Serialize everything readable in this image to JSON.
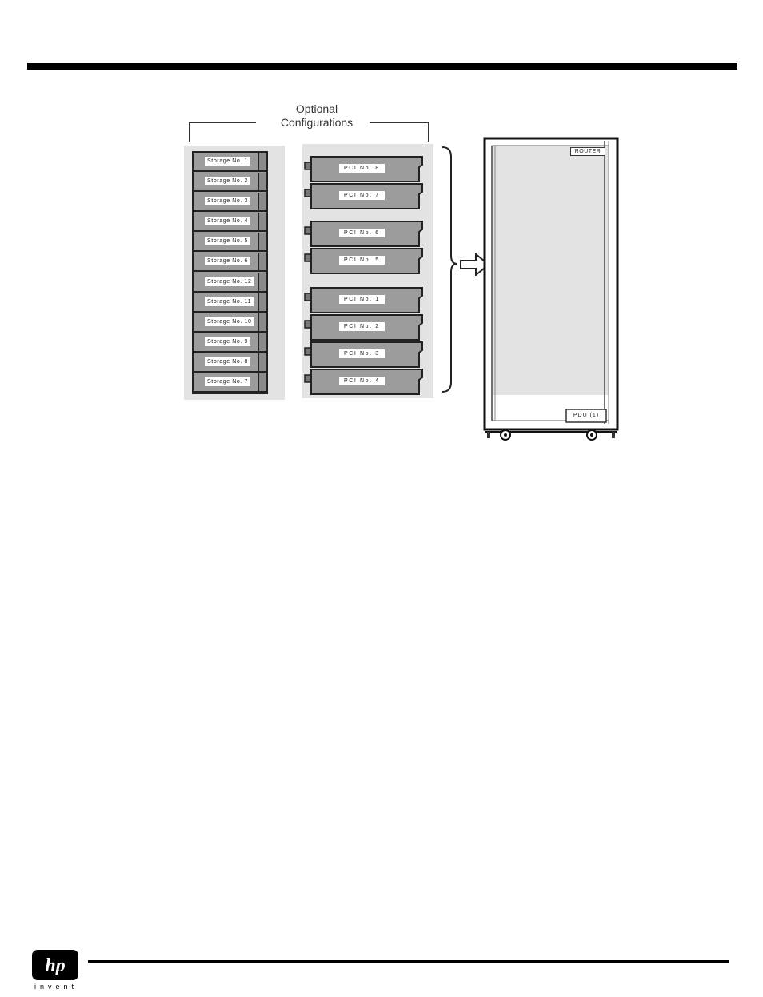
{
  "diagram": {
    "title_line1": "Optional",
    "title_line2": "Configurations",
    "storage_slots": [
      "Storage No. 1",
      "Storage No. 2",
      "Storage No. 3",
      "Storage No. 4",
      "Storage No. 5",
      "Storage No. 6",
      "Storage No. 12",
      "Storage No. 11",
      "Storage No. 10",
      "Storage No. 9",
      "Storage No. 8",
      "Storage No. 7"
    ],
    "pci_cards": [
      "PCI No. 8",
      "PCI No. 7",
      "PCI No. 6",
      "PCI No. 5",
      "PCI No. 1",
      "PCI No. 2",
      "PCI No. 3",
      "PCI No. 4"
    ],
    "router_label": "ROUTER",
    "pdu_label": "PDU (1)"
  },
  "footer": {
    "logo_text": "hp",
    "tagline": "invent"
  }
}
